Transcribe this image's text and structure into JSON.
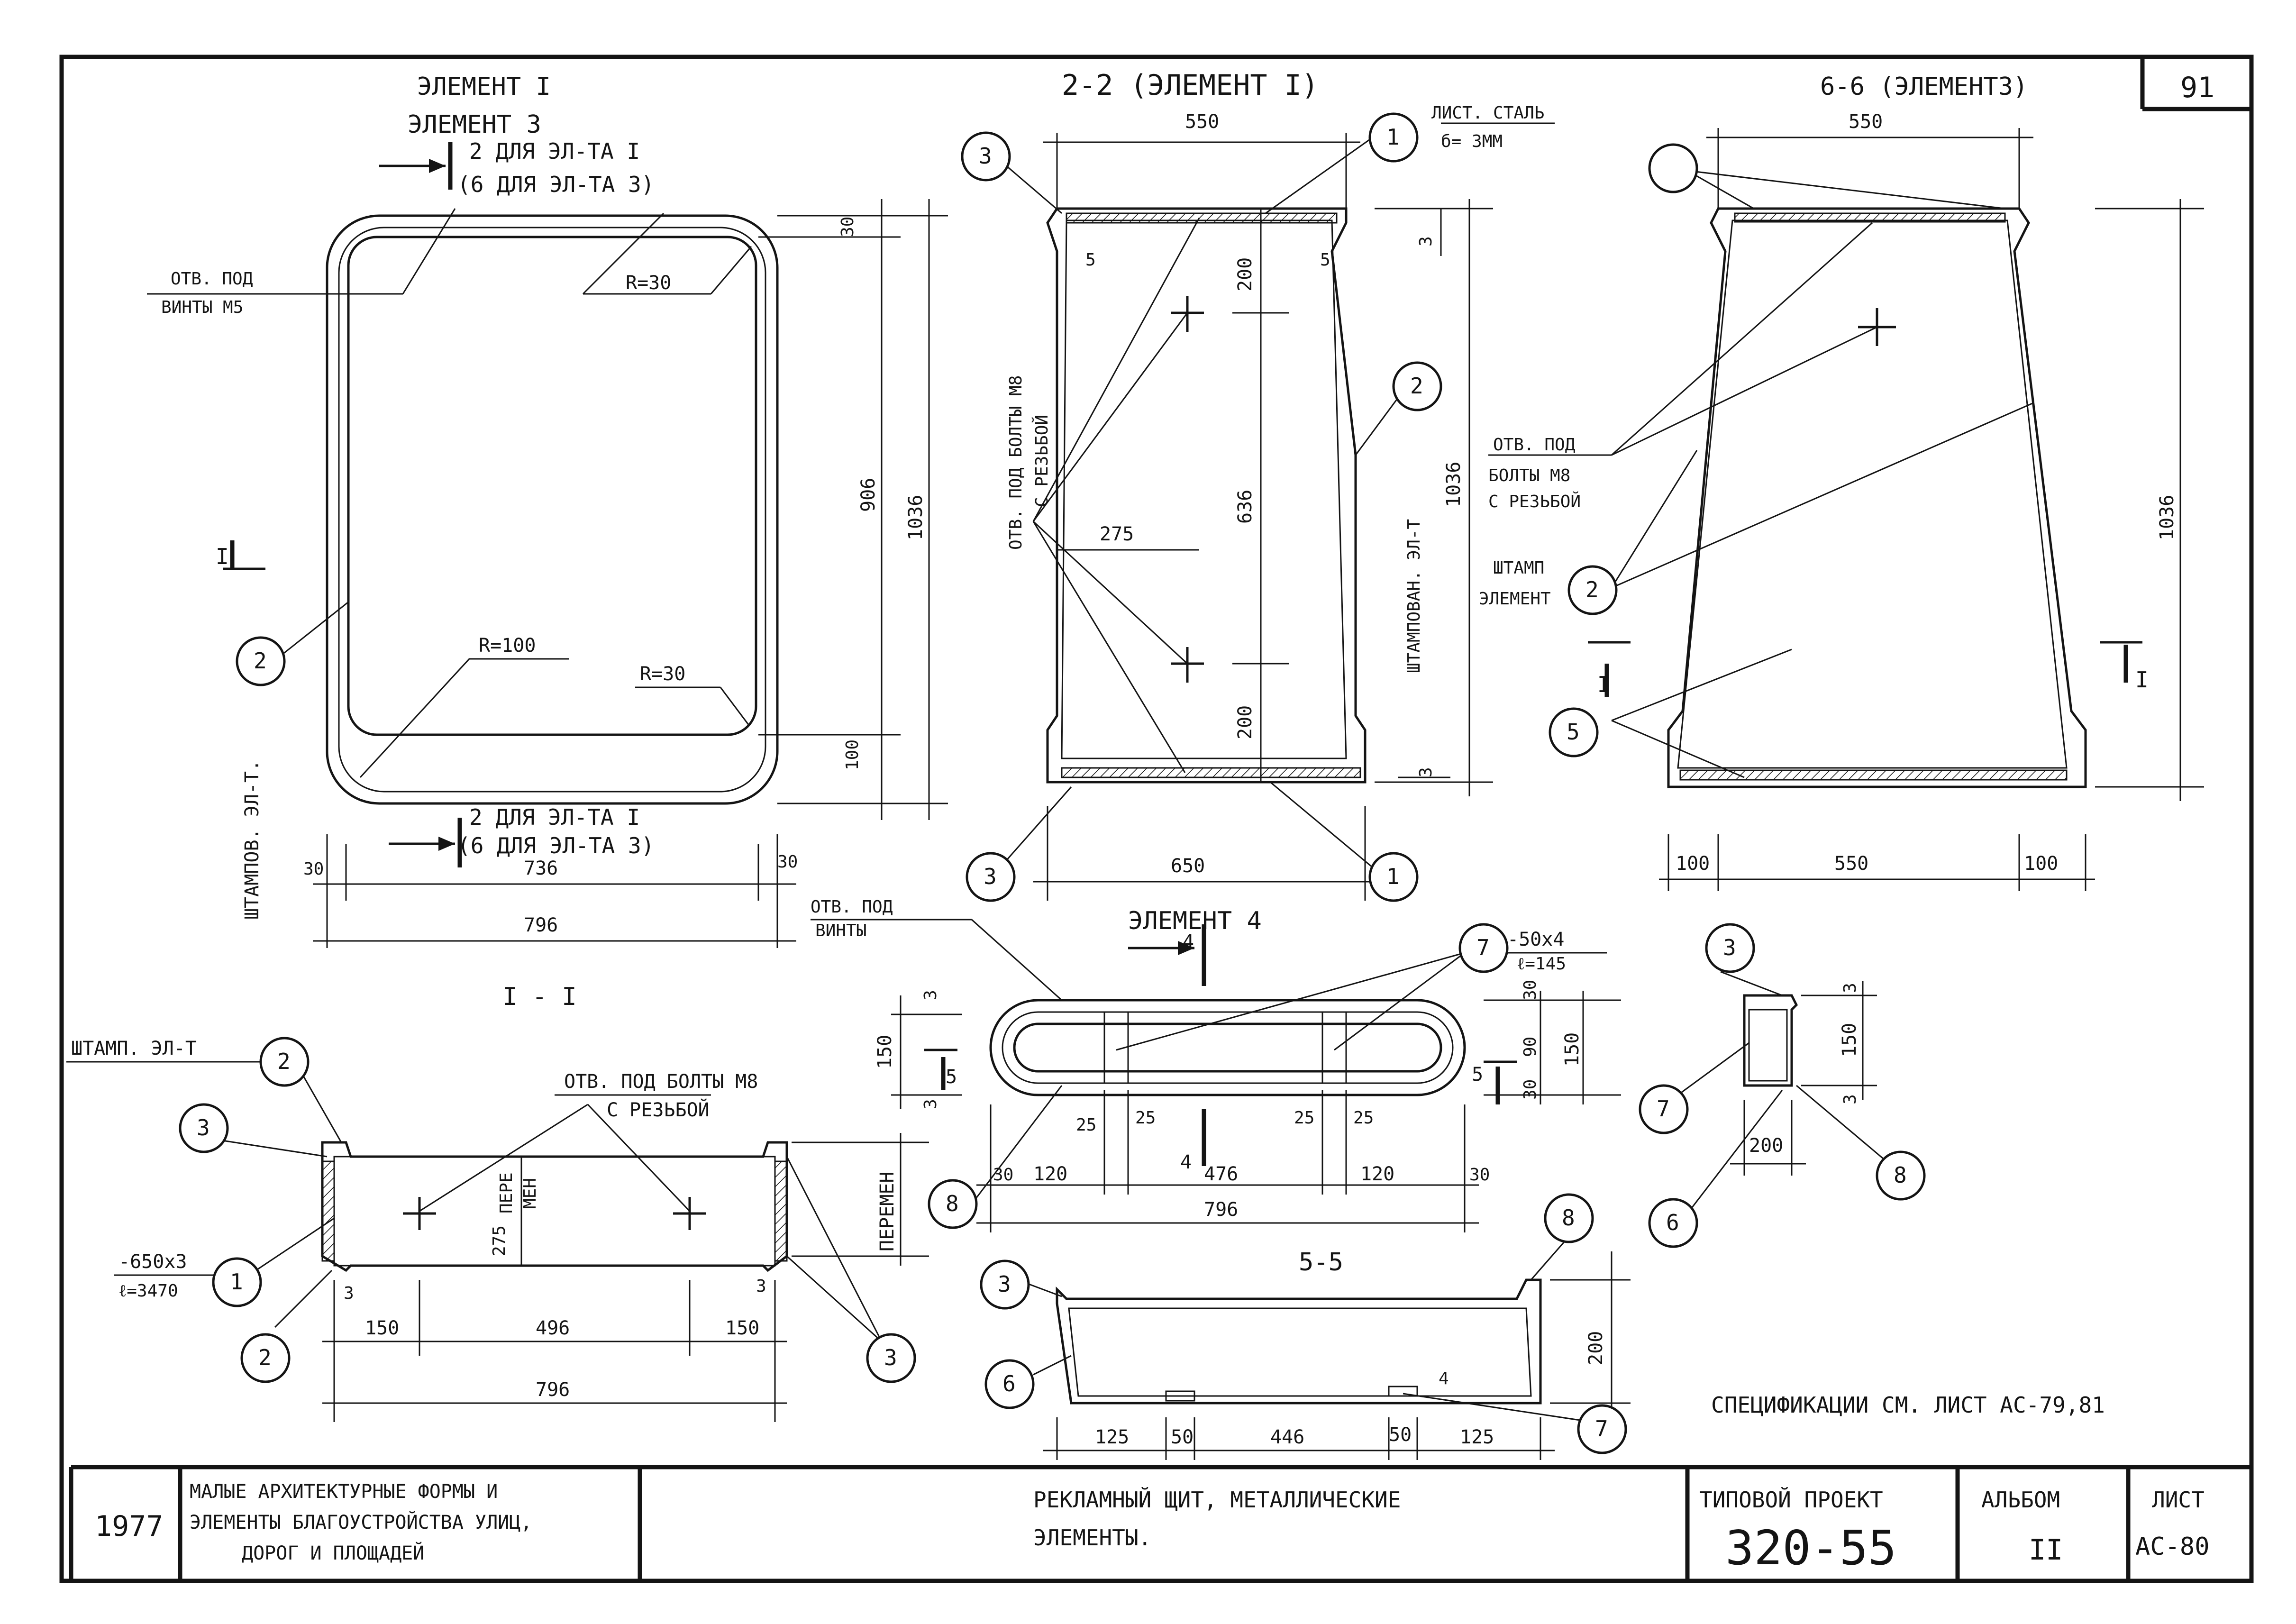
{
  "sheet_corner": "91",
  "views": {
    "plan": {
      "title_a": "ЭЛЕМЕНТ I",
      "title_b": "ЭЛЕМЕНТ 3",
      "cut_top_a": "2  ДЛЯ ЭЛ-ТА I",
      "cut_top_b": "(6  ДЛЯ ЭЛ-ТА 3)",
      "cut_bot_a": "2  ДЛЯ ЭЛ-ТА I",
      "cut_bot_b": "(6  ДЛЯ ЭЛ-ТА 3)",
      "holes_a": "ОТВ. ПОД",
      "holes_b": "ВИНТЫ М5",
      "r_top": "R=30",
      "r_mid": "R=100",
      "r_bot": "R=30",
      "side_label": "ШТАМПОВ. ЭЛ-Т.",
      "section_mark": "I",
      "dim_30a": "30",
      "dim_30b": "30",
      "dim_736": "736",
      "dim_796": "796",
      "dim_30v": "30",
      "dim_906": "906",
      "dim_1036": "1036",
      "dim_100": "100"
    },
    "s22": {
      "title": "2-2 (ЭЛЕМЕНТ I)",
      "dim_550": "550",
      "sheet_note_a": "ЛИСТ. СТАЛЬ",
      "sheet_note_b": "б= 3ММ",
      "dim_5a": "5",
      "dim_5b": "5",
      "dim_200a": "200",
      "dim_636": "636",
      "dim_200b": "200",
      "dim_275": "275",
      "dim_650": "650",
      "dim_1036": "1036",
      "holes_a": "ОТВ. ПОД БОЛТЫ М8",
      "holes_b": "С РЕЗЬБОЙ",
      "right_label": "ШТАМПОВАН. ЭЛ-Т"
    },
    "s66": {
      "title": "6-6     (ЭЛЕМЕНТ3)",
      "dim_550": "550",
      "dim_3a": "3",
      "dim_3b": "3",
      "dim_1036": "1036",
      "holes_a": "ОТВ. ПОД",
      "holes_b": "БОЛТЫ М8",
      "holes_c": "С РЕЗЬБОЙ",
      "stamp_a": "ШТАМП",
      "stamp_b": "ЭЛЕМЕНТ",
      "dim_100a": "100",
      "dim_550b": "550",
      "dim_100b": "100",
      "section_mark": "I"
    },
    "s11": {
      "title": "I - I",
      "stamp": "ШТАМП. ЭЛ-Т",
      "holes_a": "ОТВ. ПОД БОЛТЫ М8",
      "holes_b": "С РЕЗЬБОЙ",
      "sheet_a": "-650х3",
      "sheet_b": "ℓ=3470",
      "dim_275": "275",
      "dim_pere_a": "ПЕРЕ",
      "dim_pere_b": "МЕН",
      "dim_peremen": "ПЕРЕМЕН",
      "dim_3a": "3",
      "dim_3b": "3",
      "dim_150a": "150",
      "dim_496": "496",
      "dim_150b": "150",
      "dim_796": "796"
    },
    "el4": {
      "title": "ЭЛЕМЕНТ 4",
      "holes_a": "ОТВ. ПОД",
      "holes_b": "ВИНТЫ",
      "strip_a": "-50х4",
      "strip_b": "ℓ=145",
      "dim_3a": "3",
      "dim_150": "150",
      "dim_3b": "3",
      "dim_30a": "30",
      "dim_90": "90",
      "dim_30b": "30",
      "dim_150r": "150",
      "dim_25a": "25",
      "dim_25b": "25",
      "dim_25c": "25",
      "dim_25d": "25",
      "dim_30l": "30",
      "dim_120a": "120",
      "dim_476": "476",
      "dim_120b": "120",
      "dim_30r": "30",
      "dim_796": "796",
      "section_mark": "5",
      "cut_mark": "4"
    },
    "s55": {
      "title": "5-5",
      "dim_200": "200",
      "dim_125a": "125",
      "dim_50a": "50",
      "dim_446": "446",
      "dim_50b": "50",
      "dim_125b": "125",
      "cut_mark": "4"
    },
    "s44": {
      "dim_3a": "3",
      "dim_150": "150",
      "dim_3b": "3",
      "dim_200": "200"
    },
    "spec_note": "СПЕЦИФИКАЦИИ  СМ. ЛИСТ АС-79,81"
  },
  "title_block": {
    "year": "1977",
    "desc_1": "МАЛЫЕ АРХИТЕКТУРНЫЕ ФОРМЫ И",
    "desc_2": "ЭЛЕМЕНТЫ БЛАГОУСТРОЙСТВА УЛИЦ,",
    "desc_3": "ДОРОГ  И  ПЛОЩАДЕЙ",
    "name_1": "РЕКЛАМНЫЙ  ЩИТ,  МЕТАЛЛИЧЕСКИЕ",
    "name_2": "ЭЛЕМЕНТЫ.",
    "project_label": "ТИПОВОЙ ПРОЕКТ",
    "project_no": "320-55",
    "album_label": "АЛЬБОМ",
    "album_no": "II",
    "sheet_label": "ЛИСТ",
    "sheet_no": "АС-80"
  },
  "callouts": [
    "1",
    "2",
    "3",
    "5",
    "6",
    "7",
    "8"
  ]
}
